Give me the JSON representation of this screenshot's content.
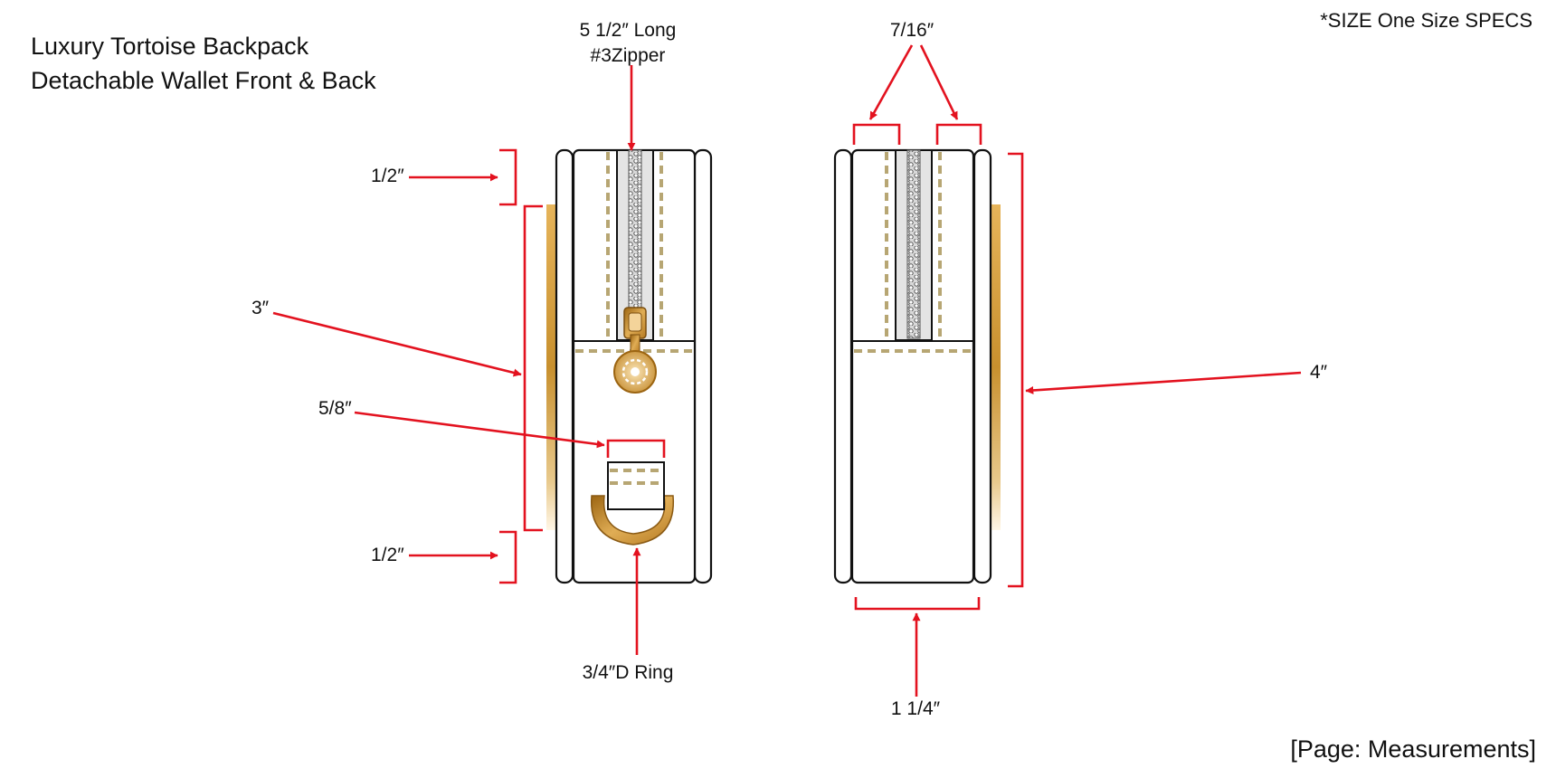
{
  "header": {
    "title_line1": "Luxury Tortoise Backpack",
    "title_line2": "Detachable Wallet Front & Back",
    "spec_note": "*SIZE One Size SPECS"
  },
  "footer": {
    "page_label": "[Page: Measurements]"
  },
  "callouts": {
    "zipper_line1": "5 1/2″ Long",
    "zipper_line2": "#3Zipper",
    "top_band": "1/2″",
    "middle_height": "3″",
    "tab_width": "5/8″",
    "bottom_band": "1/2″",
    "d_ring": "3/4″D Ring",
    "side_width": "7/16″",
    "total_height": "4″",
    "bottom_width": "1 1/4″"
  },
  "colors": {
    "dimension_red": "#e3121f",
    "outline": "#111111",
    "stitching": "#b7a673",
    "hardware_gold": "#c8902e",
    "zipper_tape": "#e4e4e4"
  }
}
